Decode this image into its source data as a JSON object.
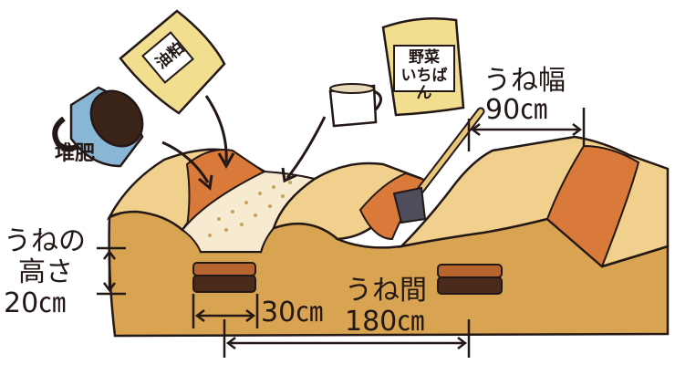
{
  "items": {
    "compost": "堆肥",
    "oil_cake": "油粕",
    "fertilizer_brand": [
      "野菜",
      "いちばん"
    ]
  },
  "labels": {
    "ridge_width": "うね幅",
    "ridge_width_value": "90㎝",
    "ridge_height": [
      "うねの",
      "高さ"
    ],
    "ridge_height_value": "20㎝",
    "trench_width_value": "30㎝",
    "ridge_spacing": "うね間",
    "ridge_spacing_value": "180㎝"
  },
  "colors": {
    "soil_front": "#d8a451",
    "soil_top": "#f1cf8c",
    "ridge_orange": "#d9793a",
    "outline": "#231815",
    "bag": "#f1df8f",
    "compost_cup": "#8ab6d6",
    "dark_soil": "#4a2a1a"
  }
}
